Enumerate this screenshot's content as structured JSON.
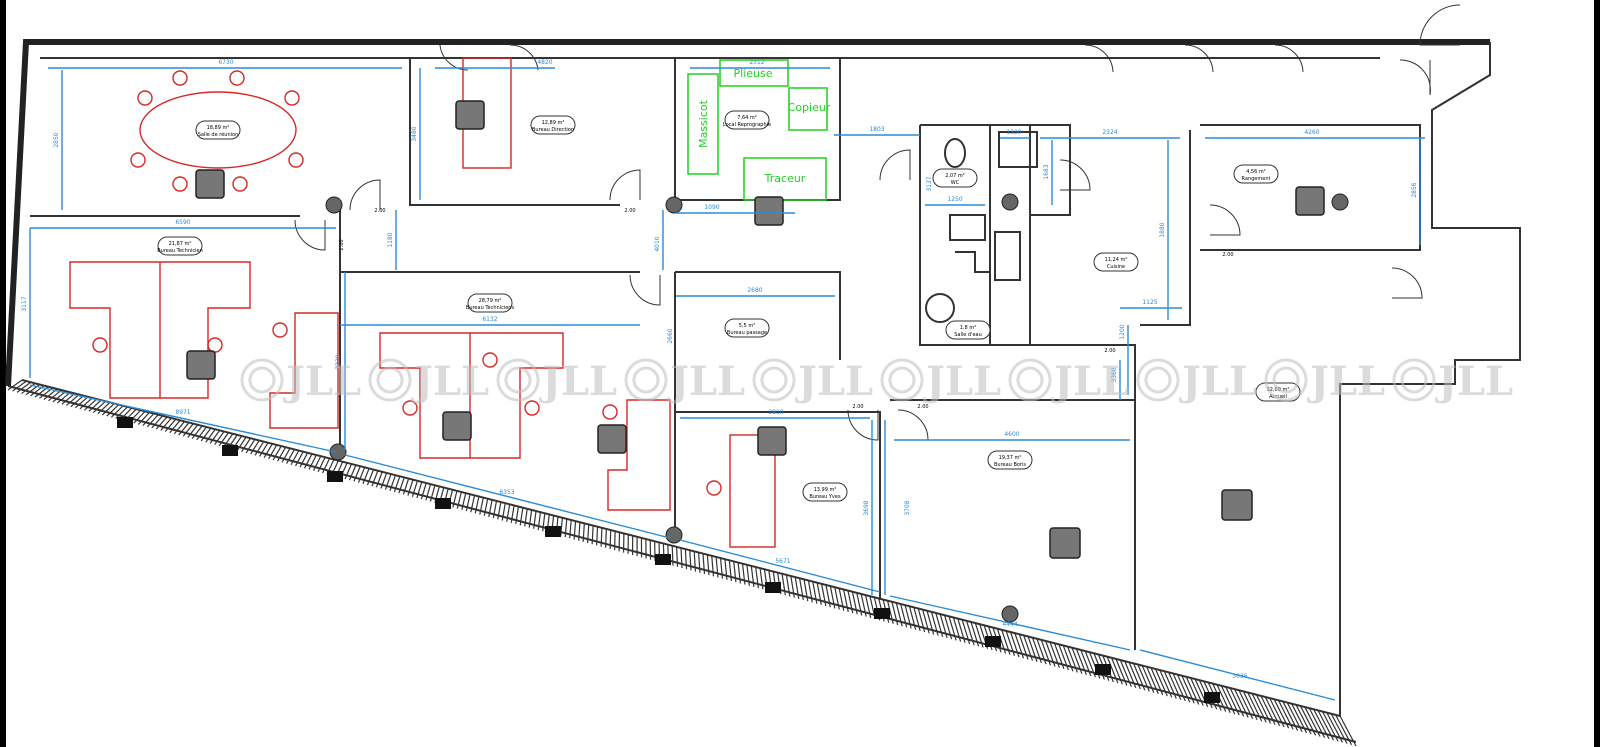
{
  "colors": {
    "walls": "#222222",
    "dimensions": "#2a8bd6",
    "furniture": "#d62828",
    "reprography": "#1fd11f"
  },
  "watermark": {
    "text": "JLL",
    "repeat": 10
  },
  "rooms": [
    {
      "id": "reunion",
      "area": "18,89 m²",
      "name": "Salle de réunion"
    },
    {
      "id": "direction",
      "area": "12,89 m²",
      "name": "Bureau Direction"
    },
    {
      "id": "reprographie",
      "area": "7,64 m²",
      "name": "Local Reprographie"
    },
    {
      "id": "technicien",
      "area": "21,87 m²",
      "name": "Bureau Technicien"
    },
    {
      "id": "techniciens",
      "area": "28,79 m²",
      "name": "Bureau Techniciens"
    },
    {
      "id": "passage",
      "area": "5,5 m²",
      "name": "Bureau passage"
    },
    {
      "id": "bureau-5",
      "area": "13,99 m²",
      "name": "Bureau Yves"
    },
    {
      "id": "bureau-6",
      "area": "19,37 m²",
      "name": "Bureau Boris"
    },
    {
      "id": "rangement",
      "area": "4,56 m²",
      "name": "Rangement"
    },
    {
      "id": "cuisine",
      "area": "11,24 m²",
      "name": "Cuisine"
    },
    {
      "id": "wc",
      "area": "2,07 m²",
      "name": "WC"
    },
    {
      "id": "salle-eau",
      "area": "1,8 m²",
      "name": "Salle d'eau"
    },
    {
      "id": "accueil",
      "area": "32,09 m²",
      "name": "Accueil"
    }
  ],
  "equipment": {
    "massicot": "Massicot",
    "plieuse": "Plieuse",
    "copieur": "Copieur",
    "traceur": "Traceur"
  },
  "dimensions": {
    "d1": "6730",
    "d2": "4820",
    "d3": "2850",
    "d4": "3480",
    "d5": "2312",
    "d6": "1803",
    "d7": "1320",
    "d8": "2324",
    "d9": "4260",
    "d10": "2856",
    "d11": "6590",
    "d12": "3117",
    "d13": "1180",
    "d14": "1090",
    "d15": "4010",
    "d16": "2680",
    "d17": "2660",
    "d18": "1250",
    "d19": "1683",
    "d20": "1880",
    "d21": "1125",
    "d22": "1200",
    "d23": "3360",
    "d24": "3137",
    "d25": "6132",
    "d26": "8971",
    "d27": "6353",
    "d28": "5671",
    "d29": "2810",
    "d30": "4600",
    "d31": "3698",
    "d32": "3708",
    "d33": "4444",
    "d34": "3036",
    "d35": "2330"
  },
  "door_heights": {
    "h1": "2.00",
    "h2": "2.00",
    "h3": "2.00",
    "h4": "2.00",
    "h5": "2.00",
    "h6": "2.00",
    "h7": "2.00"
  }
}
